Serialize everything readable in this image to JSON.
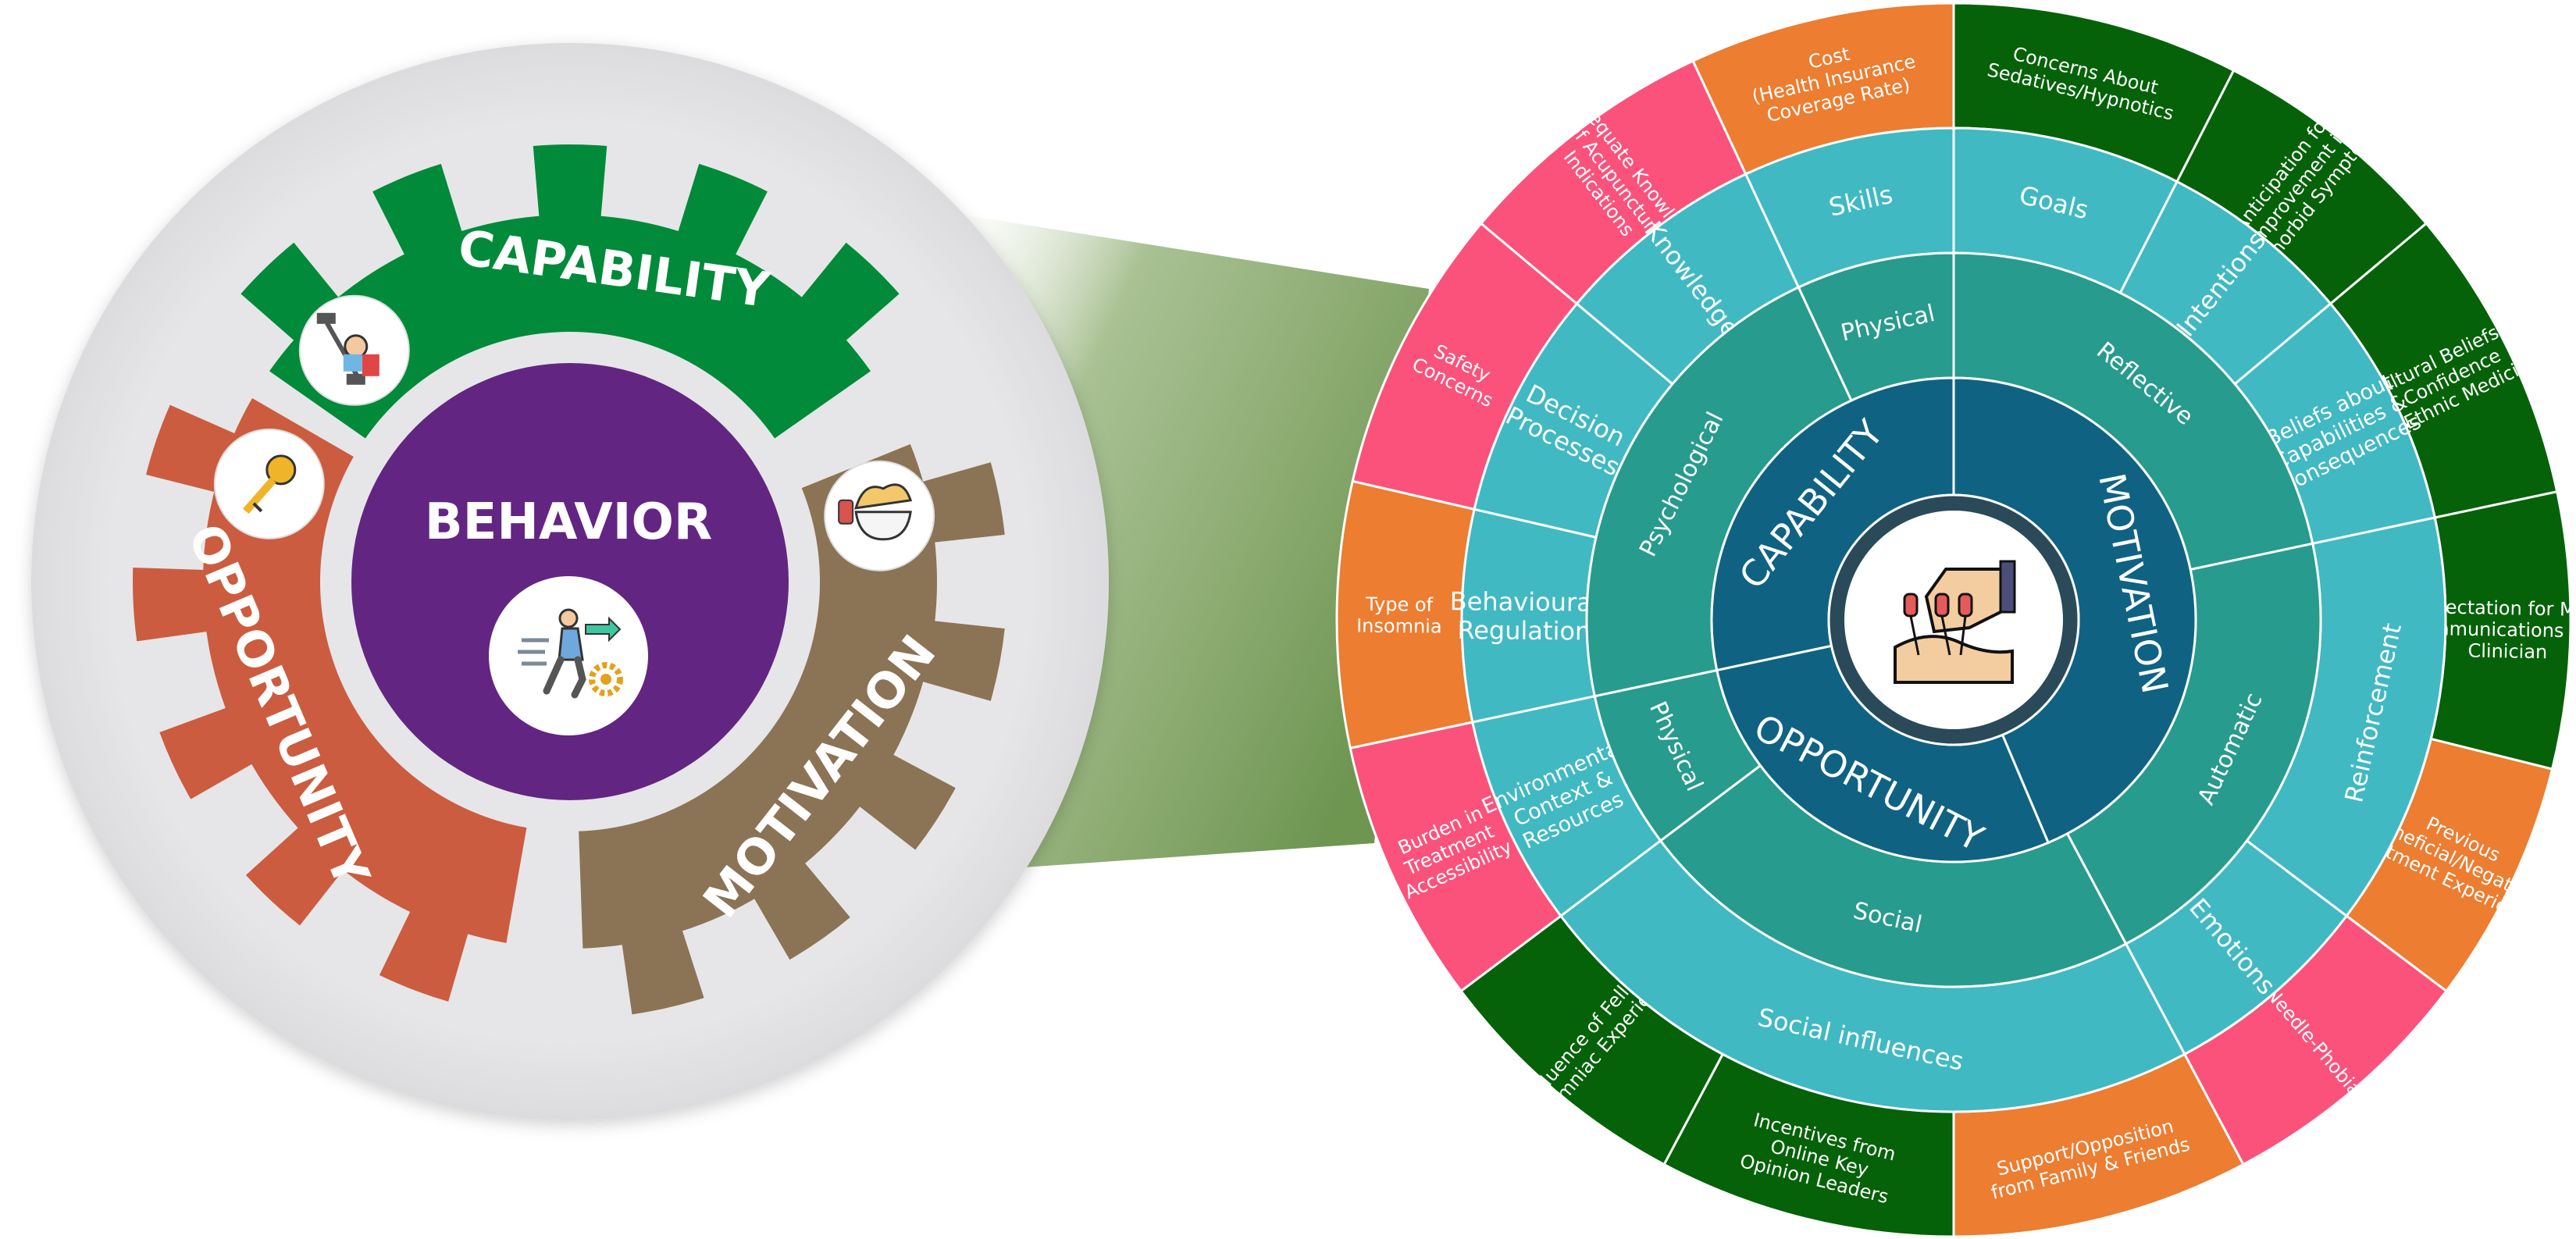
{
  "left_graphic": {
    "center_label": "BEHAVIOR",
    "center_icon": "person-walking-gear-icon",
    "gears": [
      {
        "key": "capability",
        "label": "CAPABILITY",
        "icon": "weightlifter-icon",
        "color": "#008a3a"
      },
      {
        "key": "opportunity",
        "label": "OPPORTUNITY",
        "icon": "key-icon",
        "color": "#cc5c3f"
      },
      {
        "key": "motivation",
        "label": "MOTIVATION",
        "icon": "brain-dumbbell-icon",
        "color": "#8b7355"
      }
    ],
    "colors": {
      "backdrop": "#e6e6e8",
      "center": "#632582",
      "connector": "#7c9c5c"
    }
  },
  "wheel": {
    "center_icon": "acupuncture-hand-icon",
    "colors": {
      "comb": "#106283",
      "sub": "#279b8d",
      "tdf": "#40b9c2",
      "outer_pink": "#fb527c",
      "outer_orange": "#ec7d31",
      "outer_green": "#056208",
      "hub_border": "#2a4a5a"
    },
    "comb": [
      {
        "label": "MOTIVATION",
        "from": 0,
        "to": 157
      },
      {
        "label": "OPPORTUNITY",
        "from": 157,
        "to": 258
      },
      {
        "label": "CAPABILITY",
        "from": 258,
        "to": 360
      }
    ],
    "sub": [
      {
        "label": "Reflective",
        "from": 0,
        "to": 78
      },
      {
        "label": "Automatic",
        "from": 78,
        "to": 152
      },
      {
        "label": "Social",
        "from": 152,
        "to": 233
      },
      {
        "label": "Physical",
        "from": 233,
        "to": 258
      },
      {
        "label": "Psychological",
        "from": 258,
        "to": 335
      },
      {
        "label": "Physical",
        "from": 335,
        "to": 360
      }
    ],
    "tdf": [
      {
        "label": [
          "Goals"
        ],
        "from": 0,
        "to": 27
      },
      {
        "label": [
          "Intentions"
        ],
        "from": 27,
        "to": 50
      },
      {
        "label": [
          "Beliefs about",
          "Capabilities &",
          "Consequences"
        ],
        "from": 50,
        "to": 78
      },
      {
        "label": [
          "Reinforcement"
        ],
        "from": 78,
        "to": 127
      },
      {
        "label": [
          "Emotions"
        ],
        "from": 127,
        "to": 152
      },
      {
        "label": [
          "Social influences"
        ],
        "from": 152,
        "to": 233
      },
      {
        "label": [
          "Environmental",
          "Context &",
          "Resources"
        ],
        "from": 233,
        "to": 258
      },
      {
        "label": [
          "Behavioural",
          "Regulation"
        ],
        "from": 258,
        "to": 283
      },
      {
        "label": [
          "Decision",
          "Processes"
        ],
        "from": 283,
        "to": 310
      },
      {
        "label": [
          "Knowledge"
        ],
        "from": 310,
        "to": 335
      },
      {
        "label": [
          "Skills"
        ],
        "from": 335,
        "to": 360
      }
    ],
    "outer": [
      {
        "label": [
          "Concerns About",
          "Sedatives/Hypnotics"
        ],
        "from": 0,
        "to": 27,
        "color": "green"
      },
      {
        "label": [
          "Anticipation for",
          "Improvement in",
          "Comorbid Symptoms"
        ],
        "from": 27,
        "to": 50,
        "color": "green"
      },
      {
        "label": [
          "Cultural Beliefs &",
          "Confidence",
          "in Ethnic Medicine"
        ],
        "from": 50,
        "to": 78,
        "color": "green"
      },
      {
        "label": [
          "Expectation for More",
          "Communications with",
          "Clinician"
        ],
        "from": 78,
        "to": 104,
        "color": "green"
      },
      {
        "label": [
          "Previous",
          "Beneficial/Negative",
          "Treatment Experience"
        ],
        "from": 104,
        "to": 127,
        "color": "orange"
      },
      {
        "label": [
          "Needle-Phobia"
        ],
        "from": 127,
        "to": 152,
        "color": "pink"
      },
      {
        "label": [
          "Support/Opposition",
          "from Family & Friends"
        ],
        "from": 152,
        "to": 180,
        "color": "orange"
      },
      {
        "label": [
          "Incentives from",
          "Online Key",
          "Opinion Leaders"
        ],
        "from": 180,
        "to": 208,
        "color": "green"
      },
      {
        "label": [
          "Influence of Fellow",
          "Insomniac Experience"
        ],
        "from": 208,
        "to": 233,
        "color": "green"
      },
      {
        "label": [
          "Burden in",
          "Treatment",
          "Accessibility"
        ],
        "from": 233,
        "to": 258,
        "color": "pink"
      },
      {
        "label": [
          "Type of",
          "Insomnia"
        ],
        "from": 258,
        "to": 283,
        "color": "orange"
      },
      {
        "label": [
          "Safety",
          "Concerns"
        ],
        "from": 283,
        "to": 310,
        "color": "pink"
      },
      {
        "label": [
          "Inadequate Knowledge",
          "of Acupuncture",
          "Indications"
        ],
        "from": 310,
        "to": 335,
        "color": "pink"
      },
      {
        "label": [
          "Cost",
          "(Health Insurance",
          "Coverage Rate)"
        ],
        "from": 335,
        "to": 360,
        "color": "orange"
      }
    ]
  }
}
